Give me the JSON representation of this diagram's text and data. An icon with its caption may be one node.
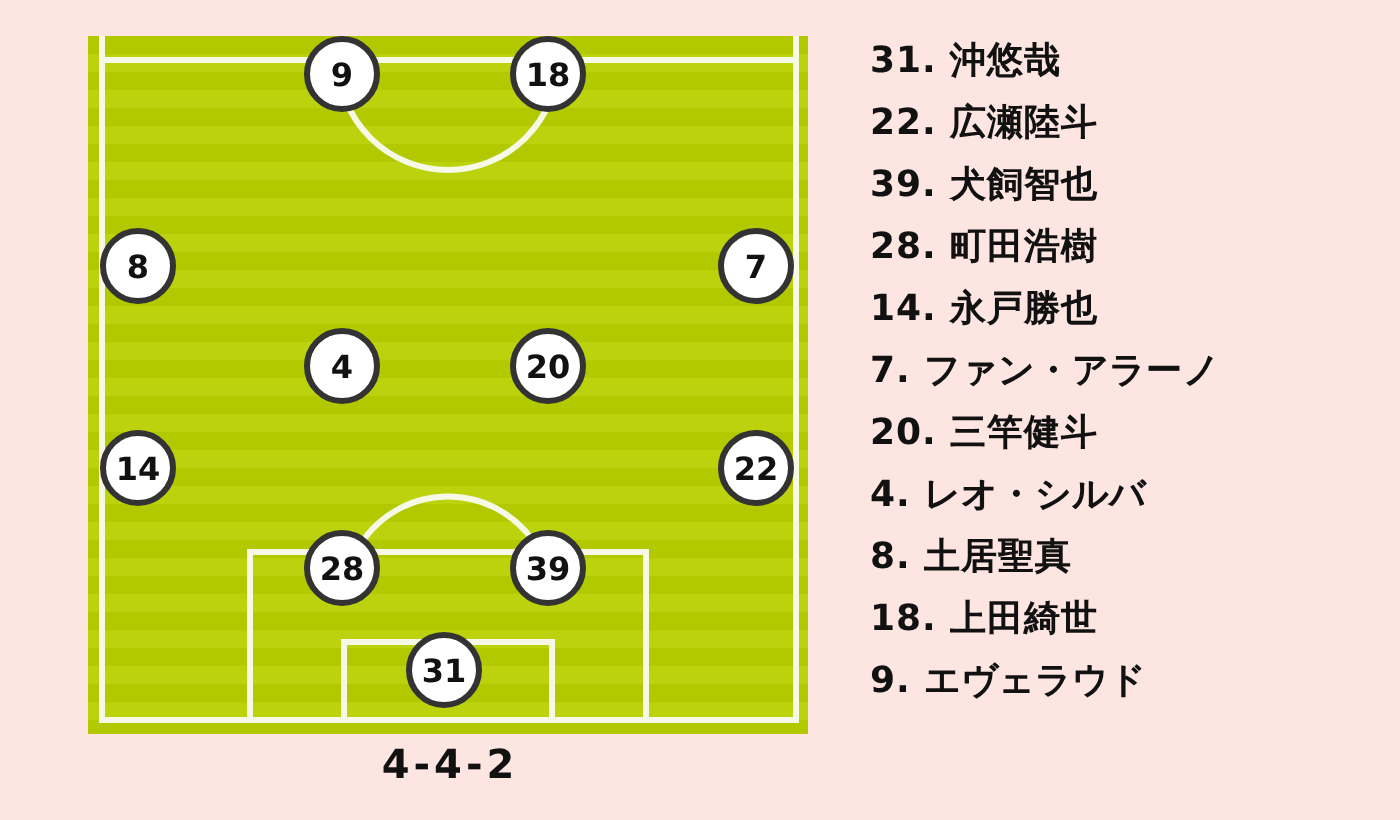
{
  "diagram": {
    "caption": "4-4-2",
    "nodes": [
      {
        "text": [
          "9"
        ]
      },
      {
        "text": [
          "18"
        ]
      },
      {
        "text": [
          "8"
        ]
      },
      {
        "text": [
          "7"
        ]
      },
      {
        "text": [
          "4"
        ]
      },
      {
        "text": [
          "20"
        ]
      },
      {
        "text": [
          "14"
        ]
      },
      {
        "text": [
          "22"
        ]
      },
      {
        "text": [
          "28"
        ]
      },
      {
        "text": [
          "39"
        ]
      },
      {
        "text": [
          "31"
        ]
      }
    ],
    "labels": [
      "31. 沖悠哉",
      "22. 広瀬陸斗",
      "39. 犬飼智也",
      "28. 町田浩樹",
      "14. 永戸勝也",
      "7. ファン・アラーノ",
      "20. 三竿健斗",
      "4. レオ・シルバ",
      "8. 土居聖真",
      "18. 上田綺世",
      "9. エヴェラウド"
    ]
  }
}
